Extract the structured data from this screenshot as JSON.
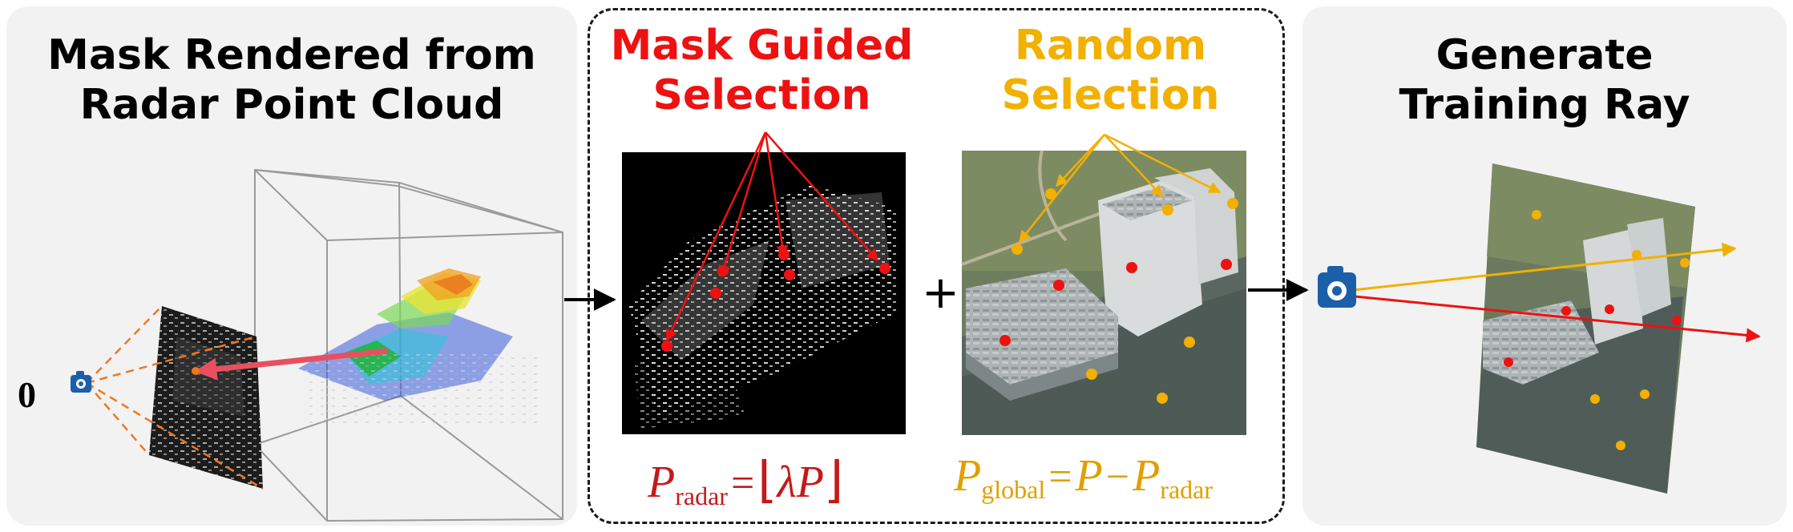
{
  "panels": {
    "left": {
      "title_line1": "Mask Rendered from",
      "title_line2": "Radar Point Cloud",
      "camera_label": "0"
    },
    "middle": {
      "mask_title_line1": "Mask Guided",
      "mask_title_line2": "Selection",
      "random_title_line1": "Random",
      "random_title_line2": "Selection",
      "plus": "+",
      "formula_radar": {
        "P": "P",
        "sub": "radar",
        "eq": "=",
        "lfloor": "⌊",
        "lambda": "λ",
        "P2": "P",
        "rfloor": "⌋"
      },
      "formula_global": {
        "P": "P",
        "sub": "global",
        "eq": "=",
        "P2": "P",
        "minus": "−",
        "P3": "P",
        "sub2": "radar"
      }
    },
    "right": {
      "title_line1": "Generate",
      "title_line2": "Training Ray"
    }
  },
  "colors": {
    "mask_red": "#ee1111",
    "random_yellow": "#f2b000",
    "panel_bg": "#f2f2f2",
    "camera_blue": "#1b5fa8",
    "frustum_orange": "#f07820"
  },
  "icons": [
    "camera-icon",
    "arrow-right-icon"
  ]
}
